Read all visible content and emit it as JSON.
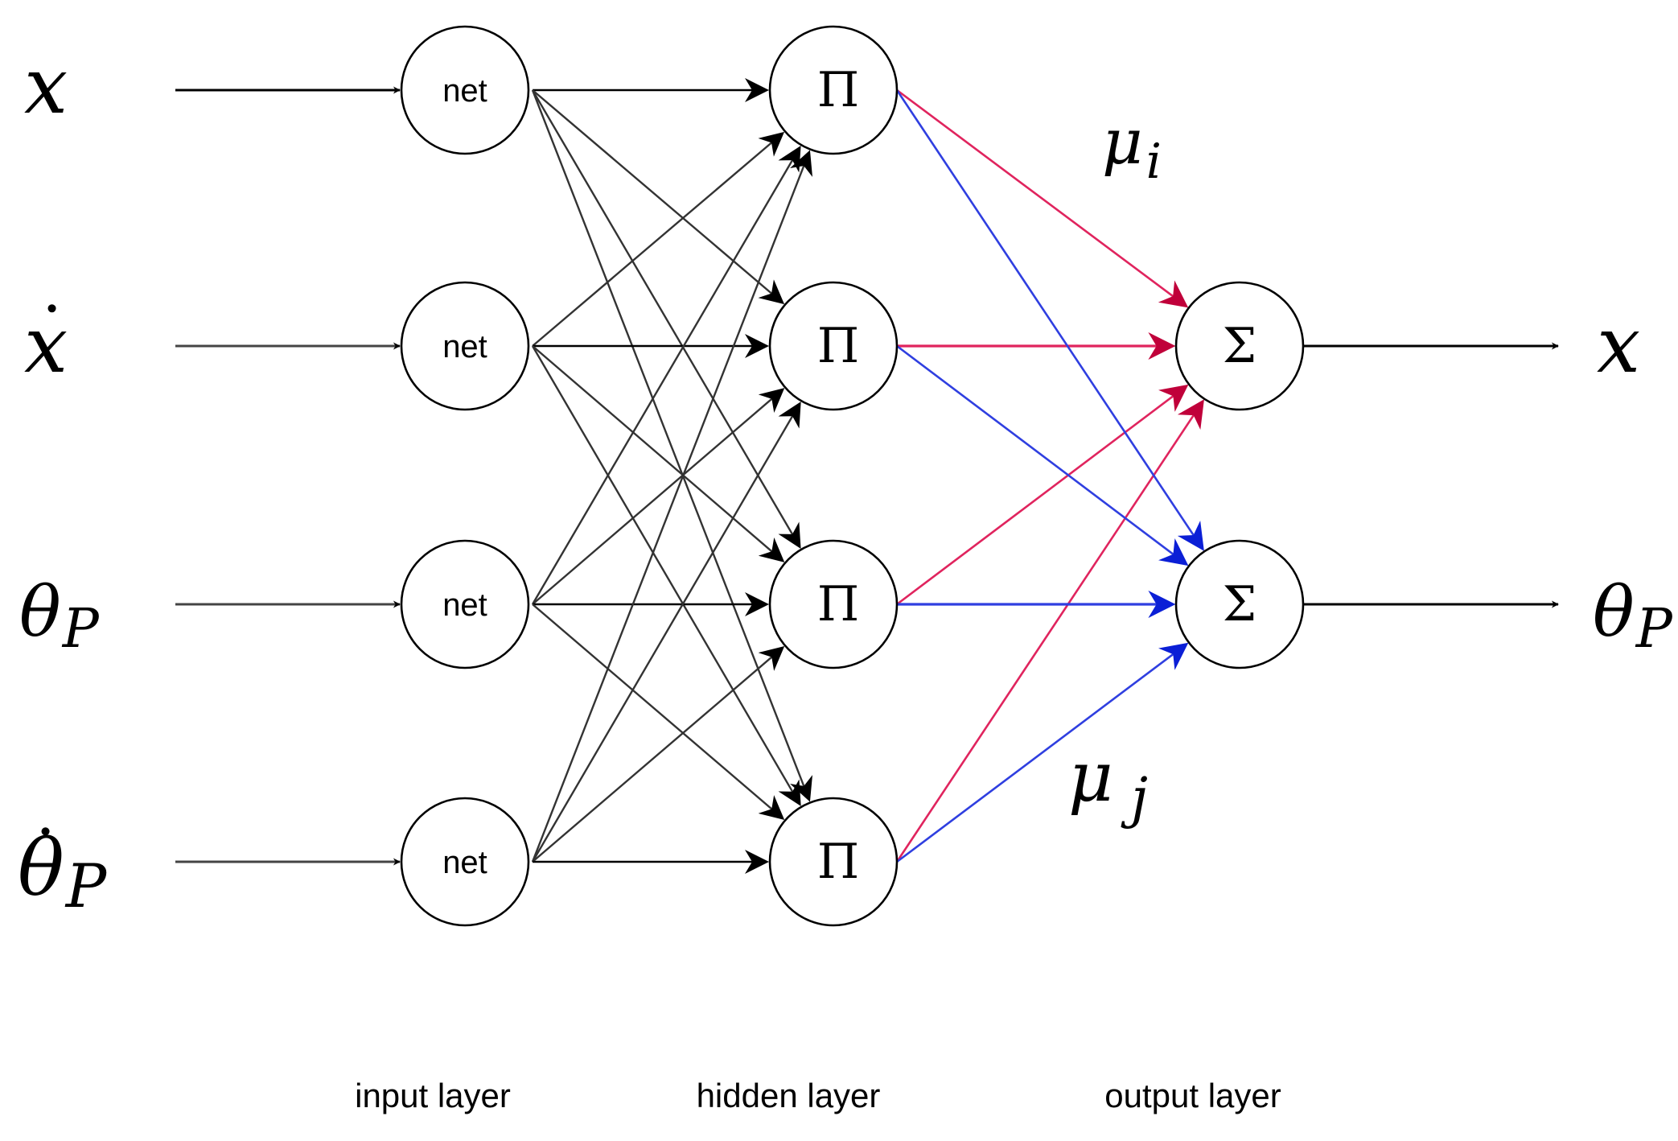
{
  "diagram": {
    "input_variables": [
      {
        "base": "x",
        "dot": false,
        "sub": ""
      },
      {
        "base": "x",
        "dot": true,
        "sub": ""
      },
      {
        "base": "θ",
        "dot": false,
        "sub": "P"
      },
      {
        "base": "θ",
        "dot": true,
        "sub": "P"
      }
    ],
    "input_node_label": "net",
    "hidden_node_label": "Π",
    "output_node_label": "Σ",
    "output_variables": [
      {
        "base": "x",
        "sub": ""
      },
      {
        "base": "θ",
        "sub": "P"
      }
    ],
    "weight_labels": {
      "mu_i": {
        "base": "μ",
        "sub": "i"
      },
      "mu_j": {
        "base": "μ",
        "sub": "j"
      }
    },
    "layer_labels": {
      "input": "input layer",
      "hidden": "hidden layer",
      "output": "output layer"
    },
    "colors": {
      "mu_i": "#e0245e",
      "mu_j": "#2f3fe0",
      "mu_i_arrowhead": "#c0003a",
      "mu_j_arrowhead": "#0b1fd6",
      "dense": "#333333",
      "stroke": "#000000"
    }
  }
}
